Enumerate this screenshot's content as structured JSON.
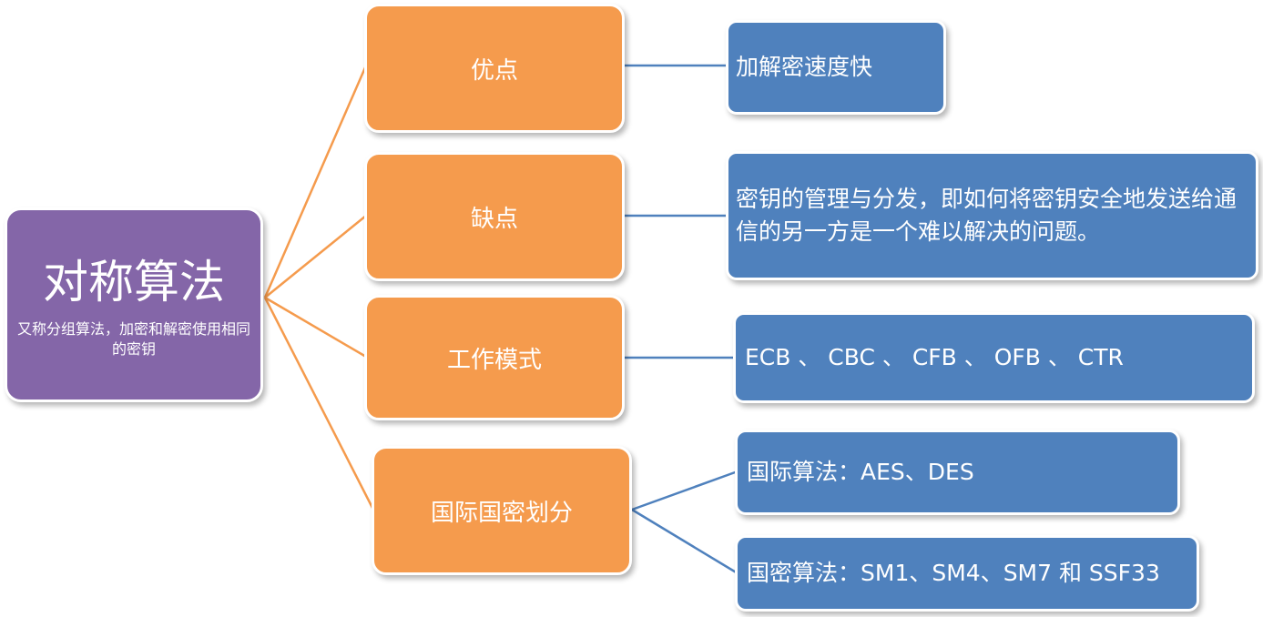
{
  "root": {
    "title": "对称算法",
    "subtitle": "又称分组算法，加密和解密使用相同的密钥"
  },
  "branches": [
    {
      "label": "优点"
    },
    {
      "label": "缺点"
    },
    {
      "label": "工作模式"
    },
    {
      "label": "国际国密划分"
    }
  ],
  "leaves": [
    {
      "text": "加解密速度快"
    },
    {
      "text": "密钥的管理与分发，即如何将密钥安全地发送给通信的另一方是一个难以解决的问题。"
    },
    {
      "text": "ECB 、 CBC 、 CFB 、 OFB 、 CTR"
    },
    {
      "text": "国际算法：AES、DES"
    },
    {
      "text": "国密算法：SM1、SM4、SM7 和 SSF33"
    }
  ],
  "colors": {
    "root": "#8466a8",
    "branch": "#f59b4d",
    "leaf": "#4f81bd",
    "root_connector": "#f59b4d",
    "leaf_connector": "#4f81bd"
  }
}
